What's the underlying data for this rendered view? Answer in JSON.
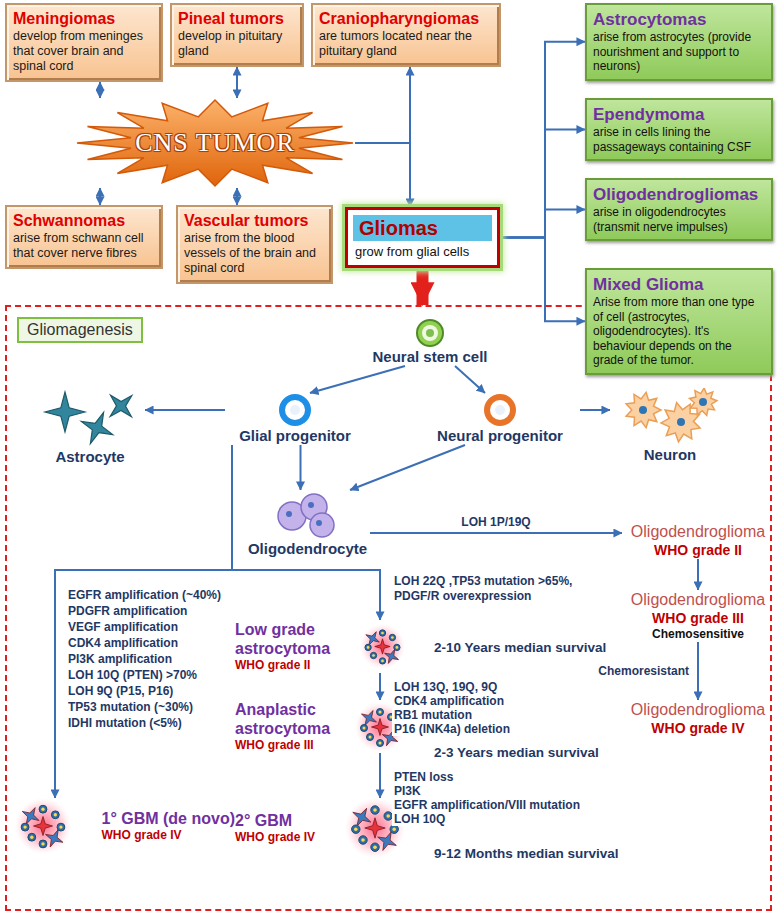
{
  "diagram": {
    "nodes": [
      {
        "text": [
          "CNS TUMOR"
        ]
      },
      {
        "text": [
          "Meningiomas",
          "develop from meninges that cover brain and spinal cord"
        ]
      },
      {
        "text": [
          "Pineal tumors",
          "develop in pituitary gland"
        ]
      },
      {
        "text": [
          "Craniopharyngiomas",
          "are tumors located near the pituitary gland"
        ]
      },
      {
        "text": [
          "Schwannomas",
          "arise from schwann cell that cover nerve fibres"
        ]
      },
      {
        "text": [
          "Vascular tumors",
          "arise from the blood vessels of the brain and spinal cord"
        ]
      },
      {
        "text": [
          "Gliomas",
          "grow from glial cells"
        ]
      },
      {
        "text": [
          "Astrocytomas",
          "arise from astrocytes (provide nourishment and support to neurons)"
        ]
      },
      {
        "text": [
          "Ependymoma",
          "arise in cells lining the passageways containing CSF"
        ]
      },
      {
        "text": [
          "Oligodendrogliomas",
          "arise in oligodendrocytes (transmit nerve impulses)"
        ]
      },
      {
        "text": [
          "Mixed Glioma",
          "Arise from more than one type of cell (astrocytes, oligodendrocytes). It's behaviour depends on the grade of the tumor."
        ]
      },
      {
        "text": [
          "Gliomagenesis"
        ]
      },
      {
        "text": [
          "Neural stem cell"
        ],
        "in": 11
      },
      {
        "text": [
          "Glial progenitor"
        ],
        "in": 11
      },
      {
        "text": [
          "Neural progenitor"
        ],
        "in": 11
      },
      {
        "text": [
          "Astrocyte"
        ],
        "in": 11
      },
      {
        "text": [
          "Neuron"
        ],
        "in": 11
      },
      {
        "text": [
          "Oligodendrocyte"
        ],
        "in": 11
      },
      {
        "text": [
          "Oligodendroglioma",
          "WHO grade II"
        ],
        "in": 11
      },
      {
        "text": [
          "Oligodendroglioma",
          "WHO grade III",
          "Chemosensitive"
        ],
        "in": 11
      },
      {
        "text": [
          "Oligodendroglioma",
          "WHO grade IV"
        ],
        "in": 11
      },
      {
        "text": [
          "Low grade astrocytoma",
          "WHO grade II"
        ],
        "in": 11
      },
      {
        "text": [
          "Anaplastic astrocytoma",
          "WHO grade III"
        ],
        "in": 11
      },
      {
        "text": [
          "1° GBM (de novo)",
          "WHO grade IV"
        ],
        "in": 11
      },
      {
        "text": [
          "2° GBM",
          "WHO grade IV"
        ],
        "in": 11
      }
    ],
    "edges": [
      {
        "from": 0,
        "to": 1,
        "arrow": "both"
      },
      {
        "from": 0,
        "to": 2,
        "arrow": "both"
      },
      {
        "from": 0,
        "to": 3,
        "arrow": "to"
      },
      {
        "from": 0,
        "to": 4,
        "arrow": "both"
      },
      {
        "from": 0,
        "to": 5,
        "arrow": "both"
      },
      {
        "from": 0,
        "to": 6,
        "arrow": "to"
      },
      {
        "from": 6,
        "to": 7,
        "arrow": "to"
      },
      {
        "from": 6,
        "to": 8,
        "arrow": "to"
      },
      {
        "from": 6,
        "to": 9,
        "arrow": "to"
      },
      {
        "from": 6,
        "to": 10,
        "arrow": "to"
      },
      {
        "from": 6,
        "to": 11,
        "arrow": "to"
      },
      {
        "from": 12,
        "to": 13,
        "arrow": "to"
      },
      {
        "from": 12,
        "to": 14,
        "arrow": "to"
      },
      {
        "from": 13,
        "to": 15,
        "arrow": "to"
      },
      {
        "from": 14,
        "to": 16,
        "arrow": "to"
      },
      {
        "from": 13,
        "to": 17,
        "arrow": "to"
      },
      {
        "from": 14,
        "to": 17,
        "arrow": "to"
      },
      {
        "from": 17,
        "to": 18,
        "label": "LOH 1P/19Q",
        "arrow": "to"
      },
      {
        "from": 18,
        "to": 19,
        "arrow": "to"
      },
      {
        "from": 19,
        "to": 20,
        "label": "Chemoresistant",
        "arrow": "to"
      },
      {
        "from": 13,
        "to": 21,
        "arrow": "to"
      },
      {
        "from": 21,
        "to": 22,
        "arrow": "to"
      },
      {
        "from": 22,
        "to": 24,
        "arrow": "to"
      },
      {
        "from": 13,
        "to": 23,
        "arrow": "to"
      }
    ],
    "labels": [
      "EGFR amplification (~40%)",
      "PDGFR amplification",
      "VEGF amplification",
      "CDK4 amplification",
      "PI3K amplification",
      "LOH 10Q (PTEN) >70%",
      "LOH 9Q (P15, P16)",
      "TP53 mutation (~30%)",
      "IDHI mutation (<5%)",
      "LOH 22Q ,TP53 mutation >65%,",
      "PDGF/R overexpression",
      "2-10 Years median survival",
      "LOH 13Q, 19Q, 9Q",
      "CDK4 amplification",
      "RB1 mutation",
      "P16 (INK4a) deletion",
      "2-3 Years median survival",
      "PTEN loss",
      "PI3K",
      "EGFR amplification/VIII mutation",
      "LOH 10Q",
      "9-12 Months median survival"
    ]
  }
}
